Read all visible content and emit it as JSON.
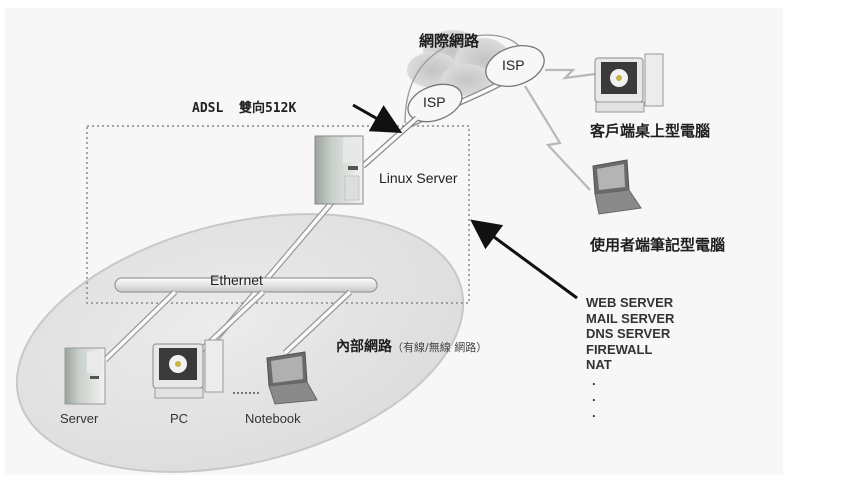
{
  "diagram": {
    "title": "Linux Server network architecture",
    "internet": {
      "label": "網際網路",
      "isp_labels": [
        "ISP",
        "ISP"
      ]
    },
    "uplink": {
      "label": "ADSL  雙向512K"
    },
    "gateway": {
      "label": "Linux Server"
    },
    "lan_bus": {
      "label": "Ethernet"
    },
    "internal_network": {
      "label": "內部網路",
      "sub_label": "（有線/無線  網路）"
    },
    "internal_nodes": [
      {
        "label": "Server",
        "icon": "tower-server-icon"
      },
      {
        "label": "PC",
        "icon": "desktop-pc-icon"
      },
      {
        "label": "Notebook",
        "icon": "laptop-icon"
      }
    ],
    "internal_ellipsis": "........",
    "remote_clients": [
      {
        "label": "客戶端桌上型電腦",
        "icon": "desktop-pc-icon"
      },
      {
        "label": "使用者端筆記型電腦",
        "icon": "laptop-icon"
      }
    ],
    "services": {
      "items": [
        "WEB SERVER",
        "MAIL SERVER",
        "DNS SERVER",
        "FIREWALL",
        "NAT"
      ],
      "continuation": [
        ".",
        ".",
        "."
      ]
    },
    "colors": {
      "background": "#f7f7f7",
      "lan_ellipse": "#e4e4e4",
      "cloud": "#cfcfcf",
      "text": "#222222",
      "link": "#bdbdbd",
      "arrow": "#111111"
    }
  }
}
